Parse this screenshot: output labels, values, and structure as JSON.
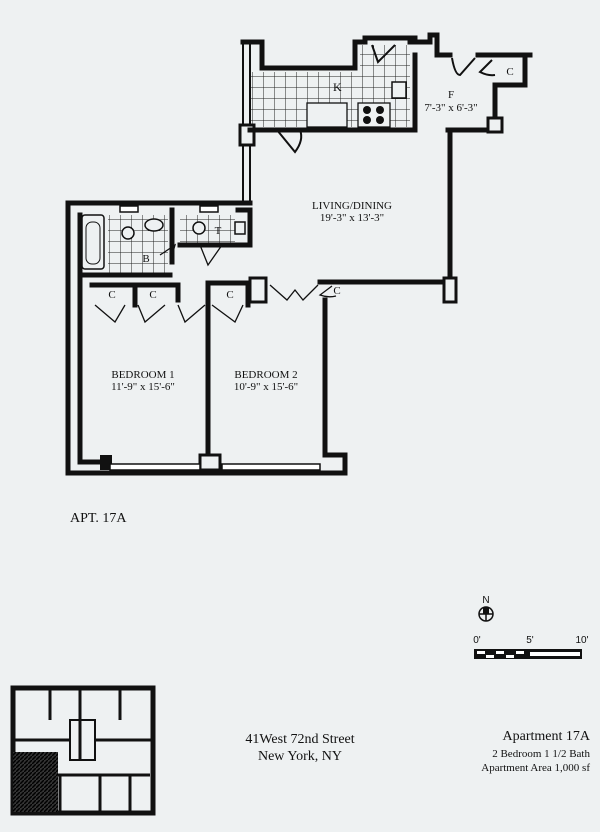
{
  "plan": {
    "rooms": {
      "kitchen": {
        "label": "K"
      },
      "foyer": {
        "label": "F",
        "size": "7'-3\" x 6'-3\""
      },
      "living": {
        "label": "LIVING/DINING",
        "size": "19'-3\" x 13'-3\""
      },
      "bath": {
        "label": "B"
      },
      "toilet": {
        "label": "T"
      },
      "bedroom1": {
        "label": "BEDROOM 1",
        "size": "11'-9\" x 15'-6\""
      },
      "bedroom2": {
        "label": "BEDROOM 2",
        "size": "10'-9\" x 15'-6\""
      },
      "closet_label": "C"
    },
    "apt_label": "APT. 17A"
  },
  "north_arrow": {
    "label": "N"
  },
  "scale_bar": {
    "ticks": [
      "0'",
      "5'",
      "10'"
    ]
  },
  "address": {
    "line1": "41West 72nd Street",
    "line2": "New York, NY"
  },
  "summary": {
    "title": "Apartment 17A",
    "rooms": "2 Bedroom  1 1/2 Bath",
    "area": "Apartment Area 1,000 sf"
  },
  "colors": {
    "ink": "#111111",
    "paper": "#eef1f2"
  }
}
